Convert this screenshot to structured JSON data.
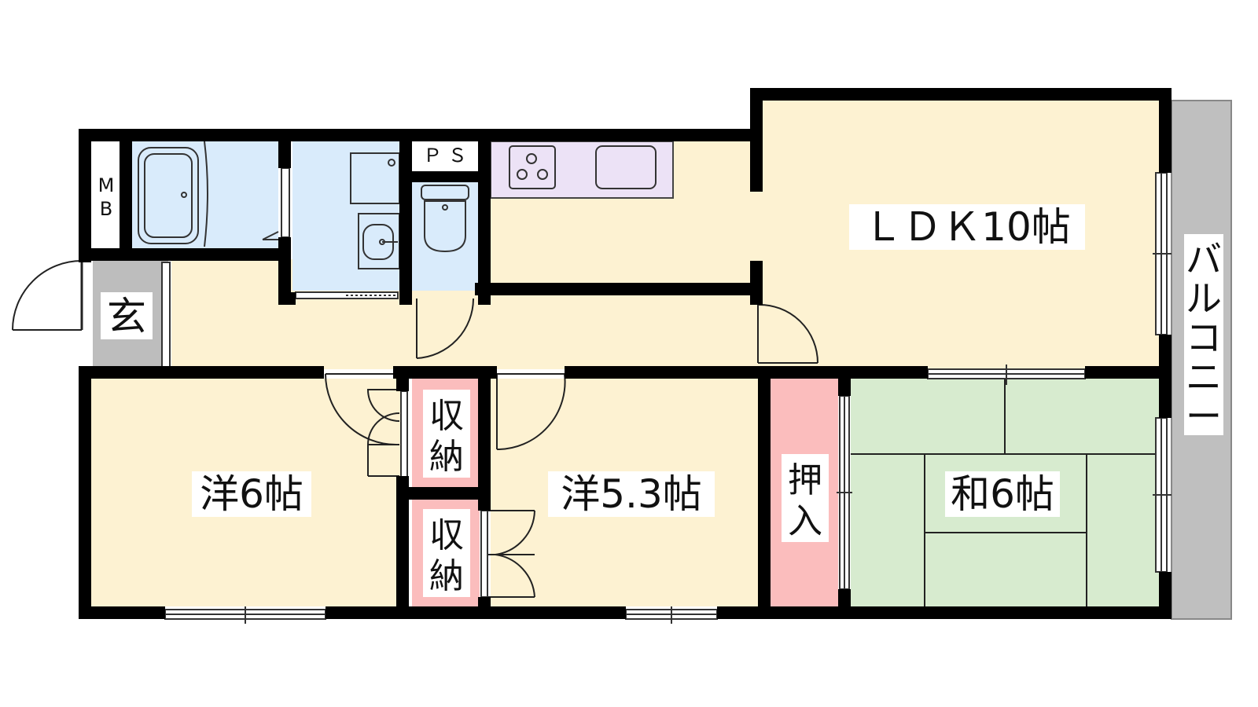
{
  "rooms": {
    "ldk": "ＬＤＫ10帖",
    "western1": "洋6帖",
    "western2": "洋5.3帖",
    "japanese": "和6帖",
    "genkan": "玄",
    "storage1": [
      "収",
      "納"
    ],
    "storage2": [
      "収",
      "納"
    ],
    "closet": [
      "押",
      "入"
    ],
    "mb": [
      "M",
      "B"
    ],
    "ps": "Ｐ Ｓ",
    "balcony": [
      "バ",
      "ル",
      "コ",
      "ニ",
      "ー"
    ]
  },
  "colors": {
    "wall": "#000000",
    "floor_wood": "#fdf2d2",
    "floor_wet": "#d9ebfb",
    "floor_tatami": "#d7ebcf",
    "floor_storage": "#fbbdbd",
    "kitchen_counter": "#ece2f6",
    "genkan_floor": "#bdbdbd",
    "balcony_floor": "#bfbfbf"
  }
}
